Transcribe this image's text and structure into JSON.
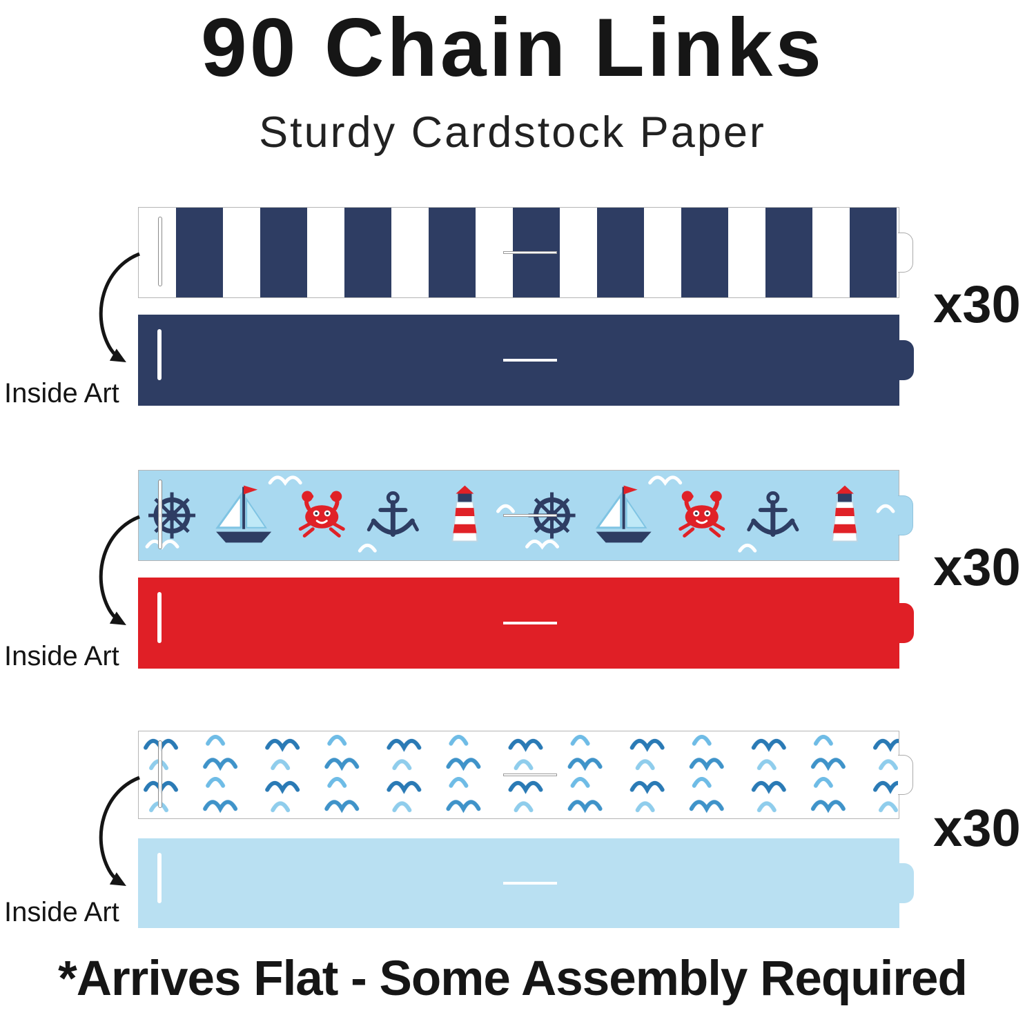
{
  "header": {
    "title": "90 Chain Links",
    "subtitle": "Sturdy Cardstock Paper"
  },
  "footer": {
    "note": "*Arrives Flat - Some Assembly Required"
  },
  "colors": {
    "navy": "#2e3d63",
    "red": "#e01f26",
    "light_blue_solid": "#b9e0f2",
    "nautical_background_blue": "#a9d9f0",
    "wave_dark_blue": "#2a7ab5",
    "wave_light_blue": "#6fbce6",
    "text": "#161616"
  },
  "pairs": [
    {
      "name": "navy-stripes-link",
      "outside_art": "navy and white stripes",
      "inside_art_color": "#2e3d63",
      "count_label": "x30",
      "inside_label": "Inside Art"
    },
    {
      "name": "nautical-icons-link",
      "outside_art": "sailboats, crabs, anchors, ship wheels and lighthouses on light blue",
      "inside_art_color": "#e01f26",
      "count_label": "x30",
      "inside_label": "Inside Art"
    },
    {
      "name": "waves-link",
      "outside_art": "blue waves on white",
      "inside_art_color": "#b9e0f2",
      "count_label": "x30",
      "inside_label": "Inside Art"
    }
  ]
}
